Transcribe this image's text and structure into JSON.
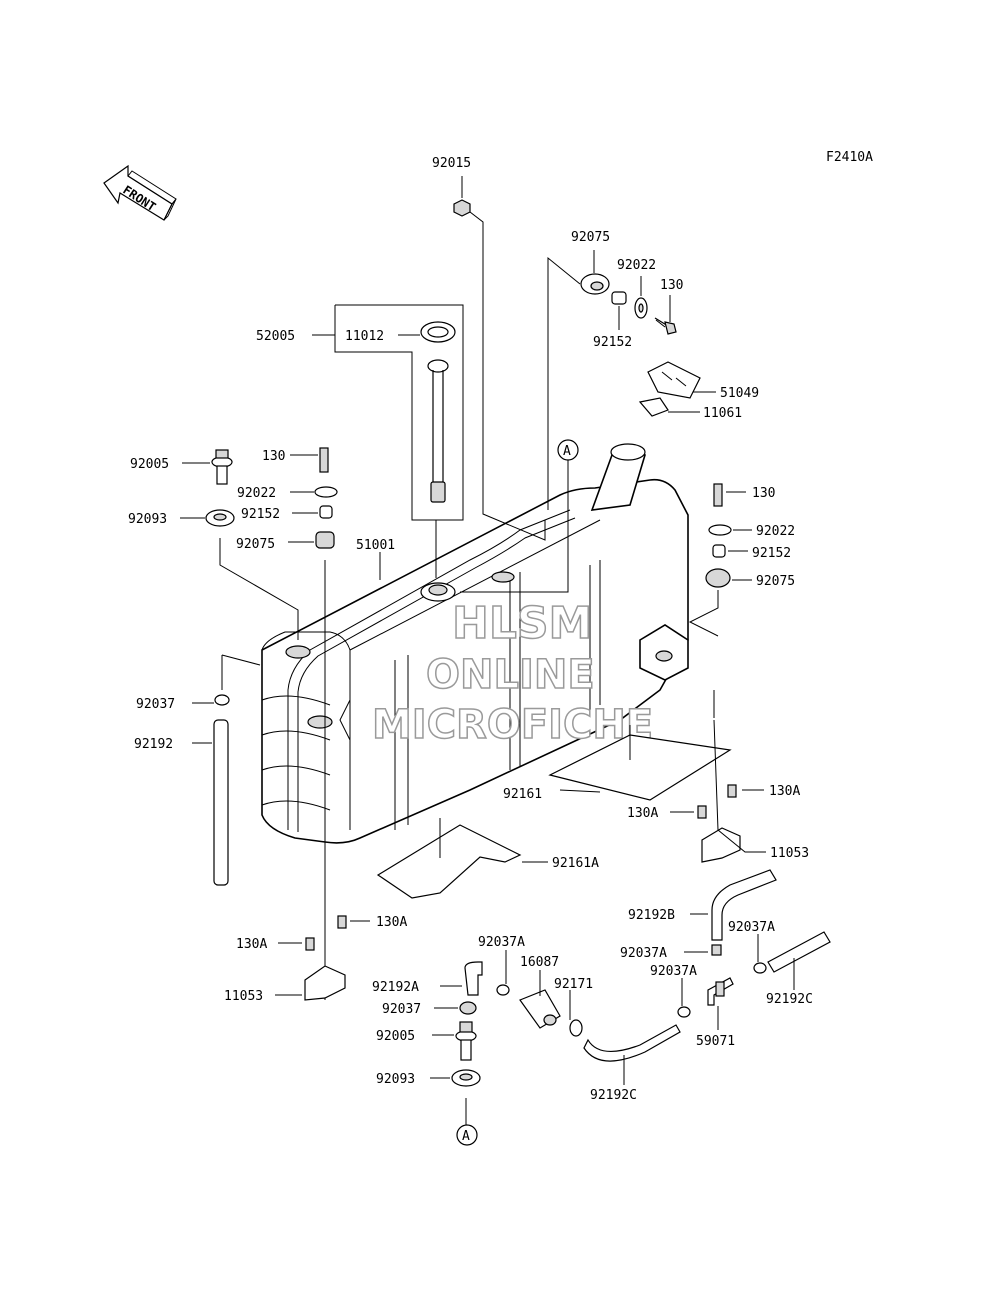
{
  "figure_id": "F2410A",
  "front_label": "FRONT",
  "section_marker": "A",
  "watermark": {
    "line1": "HLSM",
    "line2": "ONLINE",
    "line3": "MICROFICHE"
  },
  "labels": {
    "l92015": "92015",
    "l92075_top": "92075",
    "l92022_top": "92022",
    "l130_top": "130",
    "l92152_top": "92152",
    "l52005": "52005",
    "l11012": "11012",
    "l51049": "51049",
    "l11061": "11061",
    "l92005_left": "92005",
    "l130_left": "130",
    "l92022_left": "92022",
    "l92093_left": "92093",
    "l92152_left": "92152",
    "l92075_left": "92075",
    "l51001": "51001",
    "l130_right": "130",
    "l92022_right": "92022",
    "l92152_right": "92152",
    "l92075_right": "92075",
    "l92037_left": "92037",
    "l92192_left": "92192",
    "l92161": "92161",
    "l130A_r1": "130A",
    "l130A_r2": "130A",
    "l11053_right": "11053",
    "l92161A": "92161A",
    "l92192B": "92192B",
    "l92037A_1": "92037A",
    "l92037A_2": "92037A",
    "l92037A_3": "92037A",
    "l92037A_4": "92037A",
    "l130A_l1": "130A",
    "l130A_l2": "130A",
    "l11053_left": "11053",
    "l16087": "16087",
    "l92192A": "92192A",
    "l92171": "92171",
    "l92037_low": "92037",
    "l92005_low": "92005",
    "l92093_low": "92093",
    "l92192C_right": "92192C",
    "l59071": "59071",
    "l92192C_low": "92192C"
  }
}
